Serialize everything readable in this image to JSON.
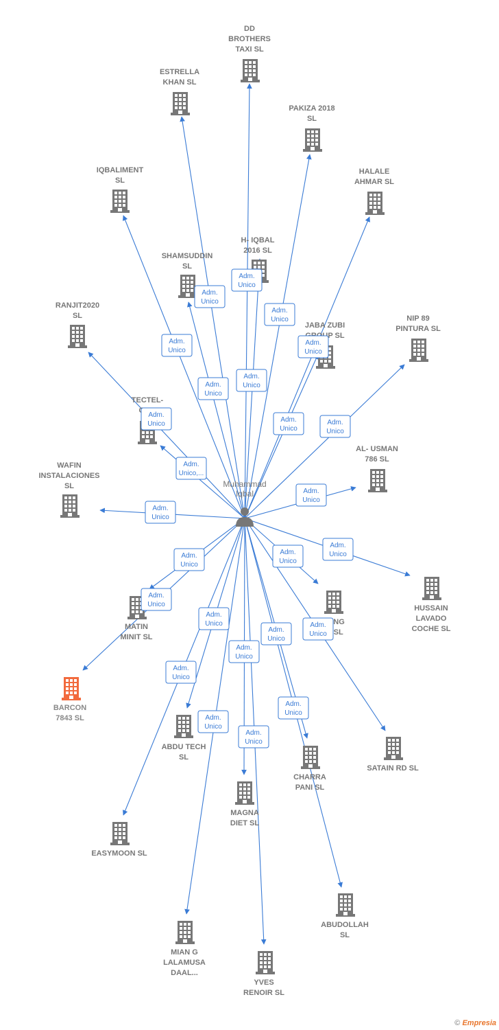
{
  "center": {
    "name": "Muhammad\nIqbal"
  },
  "colors": {
    "edge": "#3a7bd5",
    "building": "#777777",
    "highlight": "#f26a3d"
  },
  "relation_label": "Adm.\nUnico",
  "companies": [
    {
      "name": "DD\nBROTHERS\nTAXI  SL"
    },
    {
      "name": "ESTRELLA\nKHAN  SL"
    },
    {
      "name": "PAKIZA 2018\nSL"
    },
    {
      "name": "IQBALIMENT\nSL"
    },
    {
      "name": "HALALE\nAHMAR  SL"
    },
    {
      "name": "H- IQBAL\n2016  SL"
    },
    {
      "name": "SHAMSUDDIN\nSL"
    },
    {
      "name": "RANJIT2020\nSL"
    },
    {
      "name": "JABA ZUBI\nGROUP  SL"
    },
    {
      "name": "NIP 89\nPINTURA  SL"
    },
    {
      "name": "TECTEL-\nGS..."
    },
    {
      "name": "AL- USMAN\n786 SL"
    },
    {
      "name": "WAFIN\nINSTALACIONES\nSL"
    },
    {
      "name": "MATIN\nMINIT  SL"
    },
    {
      "name": "BARCON\n7843  SL",
      "highlight": true
    },
    {
      "name": "HUSSAIN\nLAVADO\nCOCHE  SL"
    },
    {
      "name": "...ANG\n...I  SL"
    },
    {
      "name": "ABDU TECH\nSL"
    },
    {
      "name": "SATAIN RD  SL"
    },
    {
      "name": "CHARRA\nPANI  SL"
    },
    {
      "name": "MAGNA\nDIET  SL"
    },
    {
      "name": "EASYMOON  SL"
    },
    {
      "name": "ABUDOLLAH\nSL"
    },
    {
      "name": "MIAN G\nLALAMUSA\nDAAL..."
    },
    {
      "name": "YVES\nRENOIR SL"
    }
  ],
  "badges": [
    {
      "text": "Adm.\nUnico"
    },
    {
      "text": "Adm.\nUnico"
    },
    {
      "text": "Adm.\nUnico"
    },
    {
      "text": "Adm.\nUnico"
    },
    {
      "text": "Adm.\nUnico"
    },
    {
      "text": "Adm.\nUnico"
    },
    {
      "text": "Adm.\nUnico"
    },
    {
      "text": "Adm.\nUnico"
    },
    {
      "text": "Adm.\nUnico"
    },
    {
      "text": "Adm.\nUnico"
    },
    {
      "text": "Adm.\nUnico,..."
    },
    {
      "text": "Adm.\nUnico"
    },
    {
      "text": "Adm.\nUnico"
    },
    {
      "text": "Adm.\nUnico"
    },
    {
      "text": "Adm.\nUnico"
    },
    {
      "text": "Adm.\nUnico"
    },
    {
      "text": "Adm.\nUnico"
    },
    {
      "text": "Adm.\nUnico"
    },
    {
      "text": "Adm.\nUnico"
    },
    {
      "text": "Adm.\nUnico"
    },
    {
      "text": "Adm.\nUnico"
    },
    {
      "text": "Adm.\nUnico"
    },
    {
      "text": "Adm.\nUnico"
    },
    {
      "text": "Adm.\nUnico"
    },
    {
      "text": "Adm.\nUnico"
    }
  ],
  "footer": {
    "copyright": "©",
    "brand": "Empresia"
  }
}
